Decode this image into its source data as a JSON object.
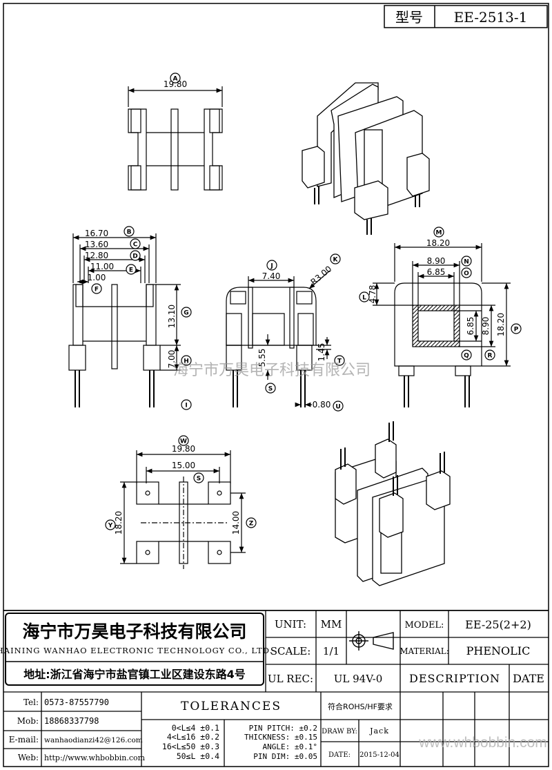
{
  "model_box": {
    "label": "型号",
    "value": "EE-2513-1"
  },
  "views": {
    "top": {
      "letter": "A",
      "width": "19.80"
    },
    "front": {
      "letters": [
        "B",
        "C",
        "D",
        "E",
        "F",
        "G",
        "H",
        "I"
      ],
      "dims": [
        "16.70",
        "13.60",
        "12.80",
        "11.00",
        "1.00",
        "13.10",
        "7.00"
      ]
    },
    "side": {
      "letters": [
        "J",
        "K",
        "S",
        "T",
        "U"
      ],
      "dims": [
        "7.40",
        "R3.00",
        "5.55",
        "1.45",
        "0.80"
      ]
    },
    "end": {
      "letters": [
        "M",
        "N",
        "O",
        "L",
        "P",
        "Q",
        "R"
      ],
      "dims": [
        "18.20",
        "8.90",
        "6.85",
        "4.78",
        "6.85",
        "8.90",
        "18.20"
      ]
    },
    "bottom": {
      "letters": [
        "W",
        "S",
        "Y",
        "Z"
      ],
      "dims": [
        "19.80",
        "15.00",
        "18.20",
        "14.00"
      ]
    }
  },
  "watermark": "海宁市万昊电子科技有限公司",
  "company": {
    "name_cn": "海宁市万昊电子科技有限公司",
    "name_en": "HAINING WANHAO ELECTRONIC TECHNOLOGY CO., LTD.",
    "address": "地址:浙江省海宁市盐官镇工业区建设东路4号"
  },
  "info": {
    "unit_label": "UNIT:",
    "unit_value": "MM",
    "scale_label": "SCALE:",
    "scale_value": "1/1",
    "ulrec_label": "UL REC:",
    "ulrec_value": "UL 94V-0",
    "model_label": "MODEL:",
    "model_value": "EE-25(2+2)",
    "material_label": "MATERIAL:",
    "material_value": "PHENOLIC",
    "description": "DESCRIPTION",
    "date": "DATE"
  },
  "contacts": [
    {
      "label": "Tel:",
      "value": "0573-87557790"
    },
    {
      "label": "Mob:",
      "value": "18868337798"
    },
    {
      "label": "E-mail:",
      "value": "wanhaodianzi42@126.com"
    },
    {
      "label": "Web:",
      "value": "http://www.whbobbin.com"
    }
  ],
  "tolerances": {
    "title": "TOLERANCES",
    "rohs": "符合ROHS/HF要求",
    "ranges": [
      "0<L≤4 ±0.1",
      "4<L≤16 ±0.2",
      "16<L≤50 ±0.3",
      "50≤L ±0.4"
    ],
    "pins": [
      "PIN PITCH: ±0.2",
      "THICKNESS: ±0.15",
      "ANGLE: ±0.1°",
      "PIN DIM: ±0.05"
    ],
    "draw_by_label": "DRAW BY:",
    "draw_by": "Jack",
    "date_label": "DATE:",
    "date": "2015-12-04"
  },
  "watermark_web": "www.whbobbin.com"
}
